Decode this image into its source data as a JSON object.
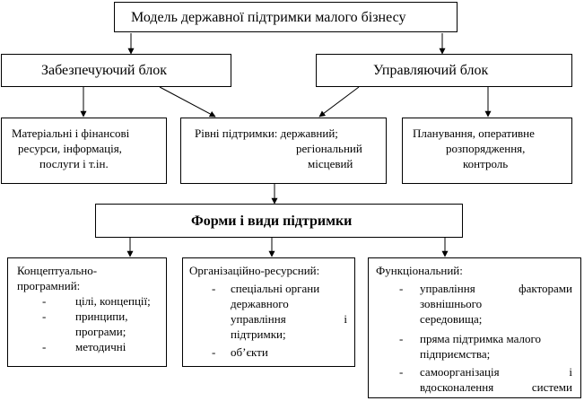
{
  "title": "Модель державної підтримки малого бізнесу",
  "blocks": {
    "left": "Забезпечуючий блок",
    "right": "Управляючий блок"
  },
  "level2": {
    "resources": [
      "Матеріальні і фінансові",
      "ресурси, інформація,",
      "послуги і т.ін."
    ],
    "levels": [
      "Рівні підтримки: державний;",
      "регіональний",
      "місцевий"
    ],
    "planning": [
      "Планування, оперативне",
      "розпорядження,",
      "контроль"
    ]
  },
  "forms_title": "Форми і види підтримки",
  "conceptual": {
    "heading": [
      "Концептуально-",
      "програмний:"
    ],
    "items": [
      [
        "цілі, концепції;"
      ],
      [
        "принципи,",
        "програми;"
      ],
      [
        "методичні"
      ]
    ]
  },
  "organizational": {
    "heading": "Організаційно-ресурсний:",
    "items": [
      [
        "спеціальні органи",
        "державного",
        "управління і",
        "підтримки;"
      ],
      [
        "об’єкти"
      ]
    ]
  },
  "functional": {
    "heading": "Функціональний:",
    "items": [
      [
        "управління факторами",
        "зовнішнього",
        "середовища;"
      ],
      [
        "пряма підтримка малого",
        "підприємства;"
      ],
      [
        "самоорганізація і",
        "вдосконалення системи"
      ]
    ]
  },
  "bullet": "-"
}
